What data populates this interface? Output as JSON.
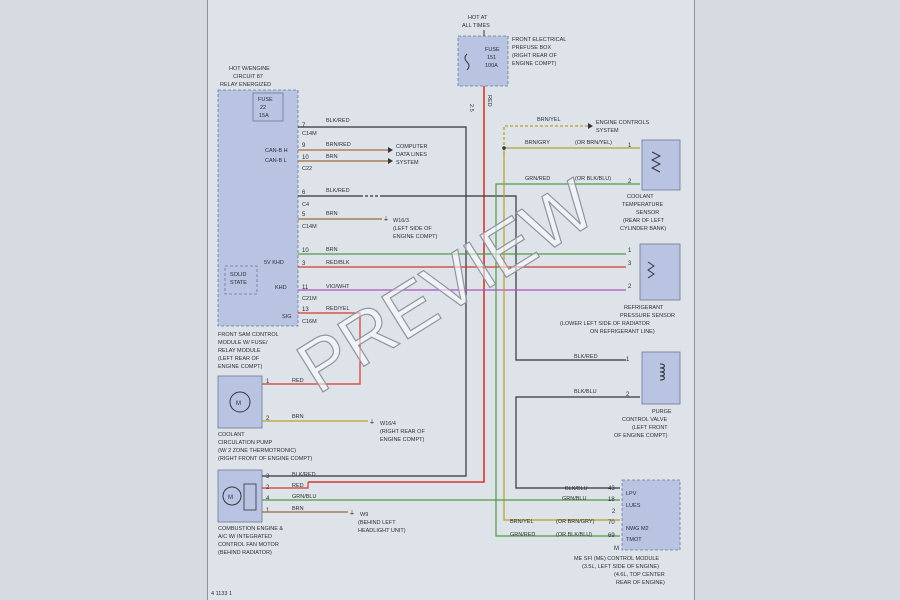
{
  "watermark": "PREVIEW",
  "figure_id": "4 1133 1",
  "hot_at_all_times": [
    "HOT AT",
    "ALL TIMES"
  ],
  "front_fuse_box": {
    "fuse_lines": [
      "FUSE",
      "151",
      "100A"
    ],
    "label": [
      "FRONT ELECTRICAL",
      "PREFUSE BOX",
      "(RIGHT REAR OF",
      "ENGINE COMPT)"
    ]
  },
  "hot_engine_label": [
    "HOT W/ENGINE",
    "CIRCUIT 87",
    "RELAY ENERGIZED"
  ],
  "sam_fuse": [
    "FUSE",
    "22",
    "15A"
  ],
  "sam_module": {
    "label": [
      "FRONT SAM CONTROL",
      "MODULE W/ FUSE/",
      "RELAY MODULE",
      "(LEFT REAR OF",
      "ENGINE COMPT)"
    ],
    "can_h": "CAN-B H",
    "can_l": "CAN-B L",
    "five_v": "5V KHD",
    "khd": "KHD",
    "sig": "SIG",
    "solid_state": [
      "SOLID",
      "STATE"
    ]
  },
  "connectors": {
    "c14m_top": "C14M",
    "c22": "C22",
    "c4": "C4",
    "c14m_mid": "C14M",
    "c21m": "C21M",
    "c16m": "C16M"
  },
  "sam_wires": [
    {
      "pin": "7",
      "color": "BLK/RED"
    },
    {
      "pin": "9",
      "color": "BRN/RED"
    },
    {
      "pin": "10",
      "color": "BRN"
    },
    {
      "pin": "6",
      "color": "BLK/RED"
    },
    {
      "pin": "5",
      "color": "BRN"
    },
    {
      "pin": "10",
      "color": "BRN"
    },
    {
      "pin": "3",
      "color": "RED/BLK"
    },
    {
      "pin": "11",
      "color": "VIO/WHT"
    },
    {
      "pin": "13",
      "color": "RED/YEL"
    }
  ],
  "computer_data_lines": [
    "COMPUTER",
    "DATA LINES",
    "SYSTEM"
  ],
  "w16_3": [
    "W16/3",
    "(LEFT SIDE OF",
    "ENGINE COMPT)"
  ],
  "fuse_wire_label": "RED",
  "fuse_wire_gauge": "2.5",
  "engine_controls": {
    "wire_color": "BRN/YEL",
    "label": [
      "ENGINE CONTROLS",
      "SYSTEM"
    ]
  },
  "coolant_temp_sensor": {
    "wire1": "BRN/GRY",
    "wire1_alt": "(OR BRN/YEL)",
    "pin1": "1",
    "wire2": "GRN/RED",
    "wire2_alt": "(OR BLK/BLU)",
    "pin2": "2",
    "label": [
      "COOLANT",
      "TEMPERATURE",
      "SENSOR",
      "(REAR OF LEFT",
      "CYLINDER BANK)"
    ]
  },
  "refrigerant_sensor": {
    "pins": [
      "1",
      "3",
      "2"
    ],
    "label": [
      "REFRIGERANT",
      "PRESSURE SENSOR",
      "(LOWER LEFT SIDE OF RADIATOR",
      "ON REFRIGERANT LINE)"
    ]
  },
  "purge_valve": {
    "wire1": "BLK/RED",
    "pin1": "1",
    "wire2": "BLK/BLU",
    "pin2": "2",
    "label": [
      "PURGE",
      "CONTROL VALVE",
      "(LEFT FRONT",
      "OF ENGINE COMPT)"
    ]
  },
  "coolant_pump": {
    "pin1": "1",
    "wire1": "RED",
    "pin2": "2",
    "wire2": "BRN",
    "label": [
      "COOLANT",
      "CIRCULATION PUMP",
      "(W/ 2 ZONE THERMOTRONIC)",
      "(RIGHT FRONT OF ENGINE COMPT)"
    ]
  },
  "w16_4": [
    "W16/4",
    "(RIGHT REAR OF",
    "ENGINE COMPT)"
  ],
  "fan_motor": {
    "pins": [
      "3",
      "2",
      "4",
      "1"
    ],
    "wires": [
      "BLK/RED",
      "RED",
      "GRN/BLU",
      "BRN"
    ],
    "label": [
      "COMBUSTION ENGINE &",
      "A/C W/ INTEGRATED",
      "CONTROL FAN MOTOR",
      "(BEHIND RADIATOR)"
    ]
  },
  "w9": [
    "W9",
    "(BEHIND LEFT",
    "HEADLIGHT UNIT)"
  ],
  "me_module": {
    "rows": [
      {
        "wire": "BLK/BLU",
        "pin": "43",
        "func": "LPV"
      },
      {
        "wire": "GRN/BLU",
        "pin": "18",
        "func": "LUES"
      },
      {
        "wire": "",
        "pin": "2",
        "func": ""
      },
      {
        "wire": "BRN/YEL",
        "alt": "(OR BRN/GRY)",
        "pin": "70",
        "func": "NWG M2"
      },
      {
        "wire": "GRN/RED",
        "alt": "(OR BLK/BLU)",
        "pin": "69",
        "func": "TMOT"
      }
    ],
    "m_label": "M",
    "label": [
      "ME SFI (ME) CONTROL MODULE",
      "(3.5L, LEFT SIDE OF ENGINE)",
      "(4.6L, TOP CENTER",
      "REAR OF ENGINE)"
    ]
  },
  "colors": {
    "red": "#d23a2e",
    "brown": "#9a6b3c",
    "green": "#4f9a45",
    "violet": "#b04fbf",
    "black": "#33363b",
    "yellow": "#b8a02a"
  }
}
